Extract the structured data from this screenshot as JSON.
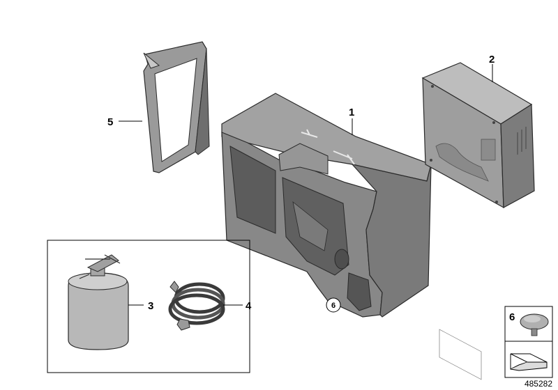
{
  "callouts": {
    "p1": "1",
    "p2": "2",
    "p3": "3",
    "p4": "4",
    "p5": "5",
    "p6_circle": "6",
    "p6_legend": "6"
  },
  "reference_number": "485282",
  "colors": {
    "part_fill": "#8c8c8c",
    "part_dark": "#5e5e5e",
    "part_light": "#b4b4b4",
    "outline": "#2a2a2a",
    "line": "#000000"
  }
}
